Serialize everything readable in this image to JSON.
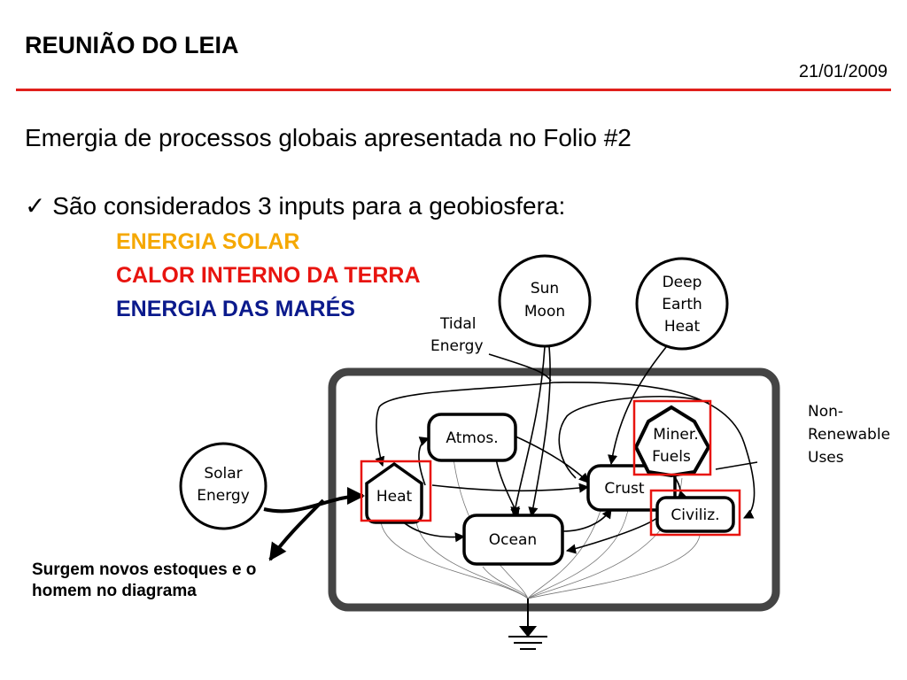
{
  "header": {
    "title": "REUNIÃO DO LEIA",
    "date": "21/01/2009",
    "rule_color": "#e0201b"
  },
  "slide": {
    "subtitle": "Emergia de processos globais apresentada no Folio #2",
    "bullet_icon": "checkmark-icon",
    "bullet_text": "✓ São considerados 3 inputs para a geobiosfera:",
    "sources": [
      {
        "label": "ENERGIA SOLAR",
        "color": "#f5a800"
      },
      {
        "label": "CALOR INTERNO DA TERRA",
        "color": "#e8140f"
      },
      {
        "label": "ENERGIA DAS MARÉS",
        "color": "#0b1a8c"
      }
    ],
    "note": "Surgem novos estoques e o homem no diagrama"
  },
  "diagram": {
    "sources": {
      "sun_moon": [
        "Sun",
        "Moon"
      ],
      "deep_earth": [
        "Deep",
        "Earth",
        "Heat"
      ],
      "solar": [
        "Solar",
        "Energy"
      ]
    },
    "tidal_label": [
      "Tidal",
      "Energy"
    ],
    "nonrenewable_label": [
      "Non-",
      "Renewable",
      "Uses"
    ],
    "nodes": {
      "atmos": "Atmos.",
      "heat": "Heat",
      "ocean": "Ocean",
      "crust": "Crust",
      "miner": [
        "Miner.",
        "Fuels"
      ],
      "civiliz": "Civiliz."
    },
    "highlight_color": "#e8140f"
  }
}
